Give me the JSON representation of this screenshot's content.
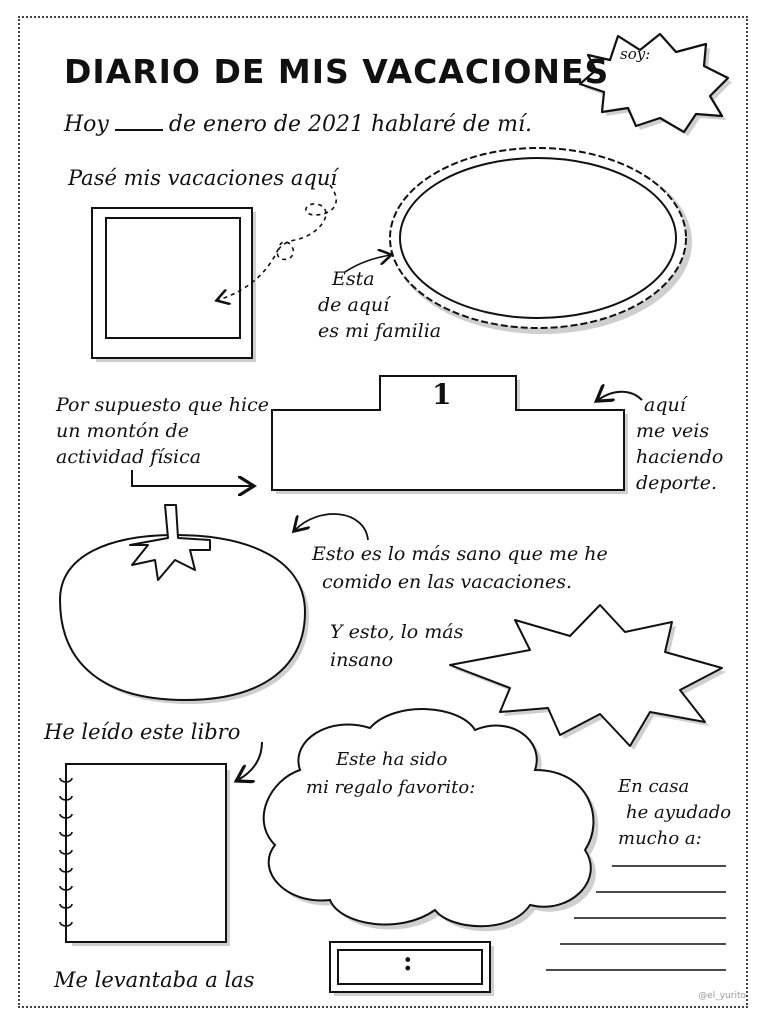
{
  "title": "DIARIO DE MIS VACACIONES",
  "soy_label": "soy:",
  "date_line": {
    "before": "Hoy",
    "after": "de enero de 2021 hablaré de mí."
  },
  "photo_place": "Pasé mis vacaciones aquí",
  "family": [
    "Esta",
    "de aquí",
    "es mi familia"
  ],
  "sport_left": [
    "Por supuesto que hice",
    "un montón de",
    "actividad física"
  ],
  "podium_number": "1",
  "sport_right": [
    "aquí",
    "me veis",
    "haciendo",
    "deporte."
  ],
  "healthy": [
    "Esto es lo más sano que me he",
    "comido en las vacaciones."
  ],
  "unhealthy": [
    "Y esto, lo más",
    "insano"
  ],
  "book_label": "He leído este libro",
  "gift": [
    "Este ha sido",
    "mi regalo favorito:"
  ],
  "help": [
    "En casa",
    "he ayudado",
    "mucho a:"
  ],
  "wake_up": "Me levantaba a las",
  "clock_separator": ":",
  "credit": "@el_yurito"
}
